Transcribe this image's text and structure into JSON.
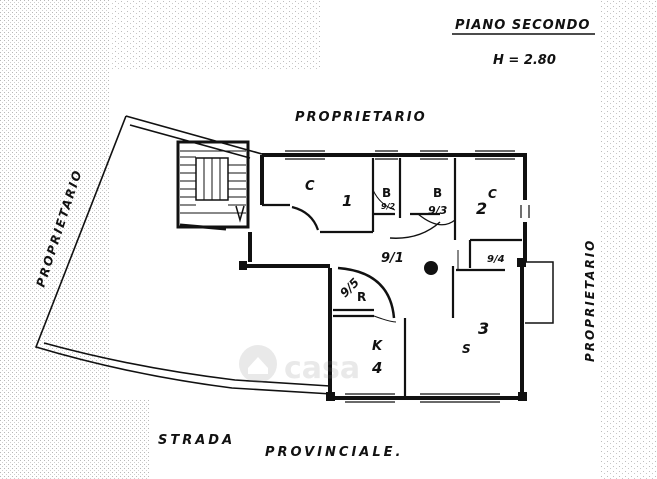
{
  "header": {
    "title": "PIANO SECONDO",
    "height_label": "H = 2.80"
  },
  "borders": {
    "top": "PROPRIETARIO",
    "left": "PROPRIETARIO",
    "right": "PROPRIETARIO",
    "road_line1": "STRADA",
    "road_line2": "PROVINCIALE."
  },
  "rooms": {
    "room1_letter": "C",
    "room1_number": "1",
    "bath1_letter": "B",
    "bath1_code": "9/2",
    "bath2_letter": "B",
    "bath2_code": "9/3",
    "room2_letter": "C",
    "room2_number": "2",
    "hall_code": "9/1",
    "closet_code": "9/4",
    "corner_code": "9/5",
    "corner_letter": "R",
    "kitchen_letter": "K",
    "kitchen_number": "4",
    "living_letter": "S",
    "living_number": "3"
  },
  "watermark": "casa"
}
